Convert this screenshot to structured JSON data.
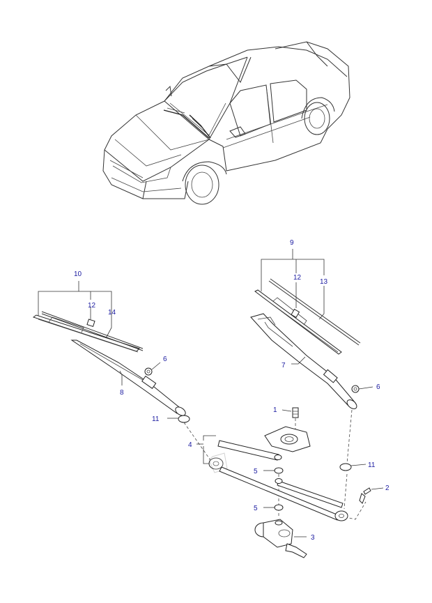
{
  "diagram": {
    "type": "exploded-parts-diagram",
    "callouts": {
      "c1": "1",
      "c2": "2",
      "c3": "3",
      "c4": "4",
      "c5a": "5",
      "c5b": "5",
      "c6a": "6",
      "c6b": "6",
      "c7": "7",
      "c8": "8",
      "c9": "9",
      "c10": "10",
      "c11a": "11",
      "c11b": "11",
      "c12a": "12",
      "c12b": "12",
      "c13": "13",
      "c14": "14"
    },
    "colors": {
      "callout_text": "#1a1aa0",
      "line_art": "#222222",
      "background": "#ffffff"
    }
  }
}
